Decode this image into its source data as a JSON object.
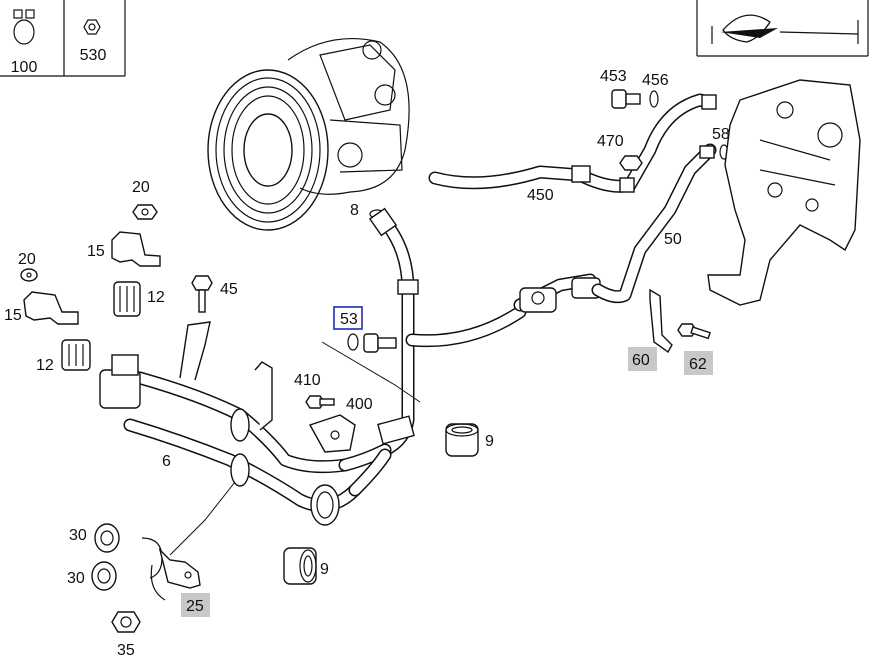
{
  "inset_labels": {
    "clamp": "100",
    "nut": "530"
  },
  "parts": {
    "p453": "453",
    "p456": "456",
    "p470": "470",
    "p58": "58",
    "p450": "450",
    "p50": "50",
    "p8": "8",
    "p20a": "20",
    "p20b": "20",
    "p15a": "15",
    "p15b": "15",
    "p12a": "12",
    "p12b": "12",
    "p45": "45",
    "p53": "53",
    "p410": "410",
    "p400": "400",
    "p9a": "9",
    "p9b": "9",
    "p6": "6",
    "p60": "60",
    "p62": "62",
    "p30a": "30",
    "p30b": "30",
    "p25": "25",
    "p35": "35"
  },
  "selected_part": "53",
  "highlighted_parts": [
    "60",
    "62",
    "25"
  ],
  "colors": {
    "highlight": "#c8c8c8",
    "selection": "#1a2fb0",
    "line": "#111111"
  }
}
